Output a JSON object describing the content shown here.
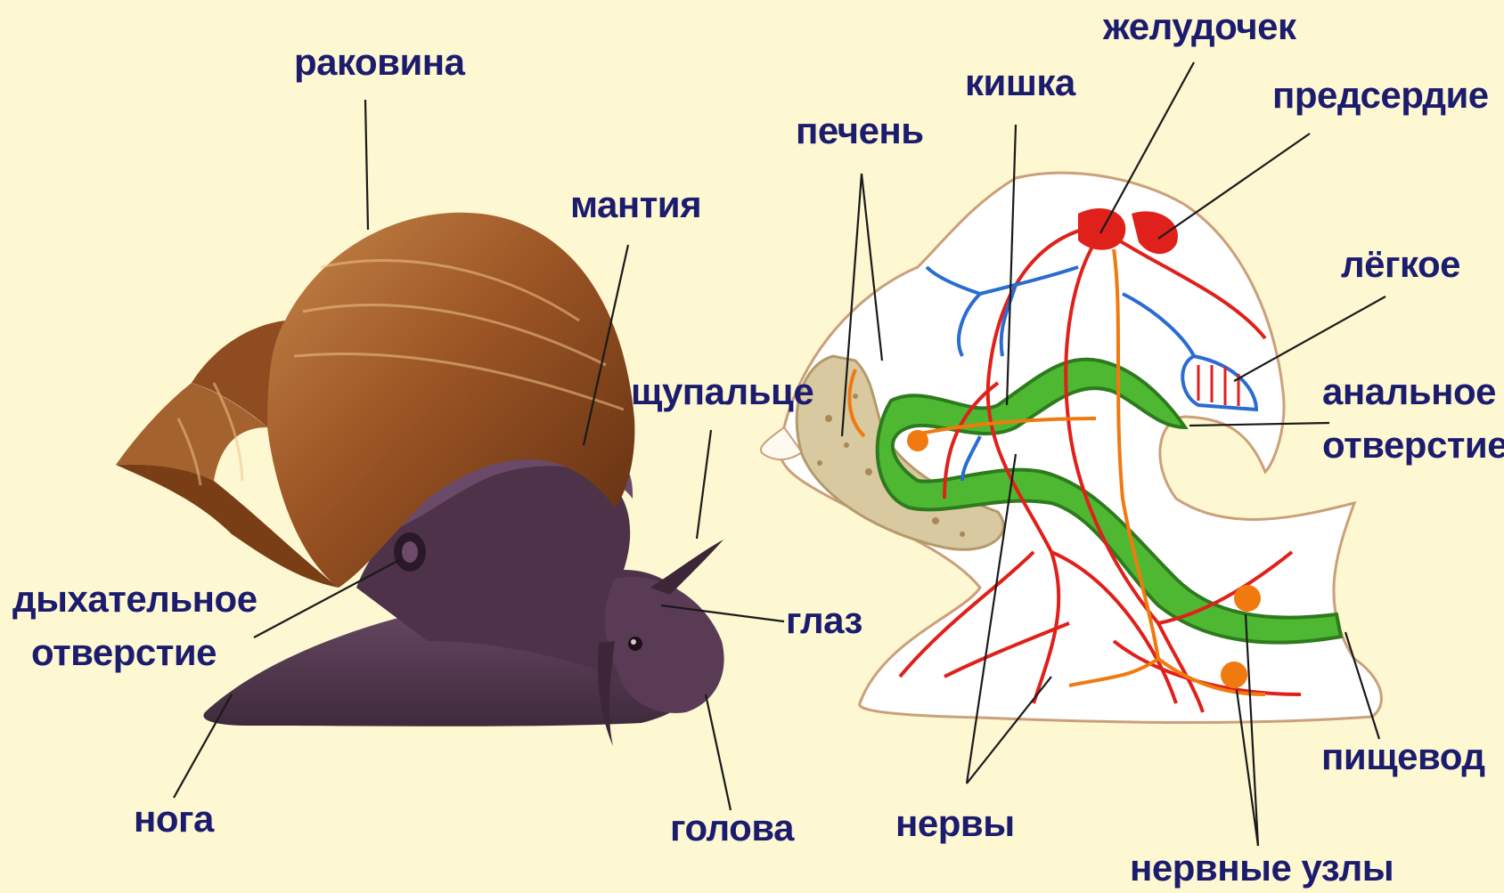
{
  "labels": {
    "shell": "раковина",
    "mantle": "мантия",
    "tentacle": "щупальце",
    "breathing_line1": "дыхательное",
    "breathing_line2": "отверстие",
    "eye": "глаз",
    "foot": "нога",
    "head": "голова",
    "liver": "печень",
    "intestine": "кишка",
    "ventricle": "желудочек",
    "atrium": "предсердие",
    "lung": "лёгкое",
    "anal_line1": "анальное",
    "anal_line2": "отверстие",
    "esophagus": "пищевод",
    "nerves": "нервы",
    "ganglia": "нервные узлы"
  },
  "colors": {
    "background": "#fdf7d2",
    "label_text": "#1c1c6e",
    "shell": "#8a4a1c",
    "body": "#5e4058",
    "blood_vessels": "#e0201a",
    "lung_vessels": "#2a6cd0",
    "digestive_tract": "#4fb832",
    "nerves": "#f07a10",
    "liver": "#d8c9a0"
  }
}
